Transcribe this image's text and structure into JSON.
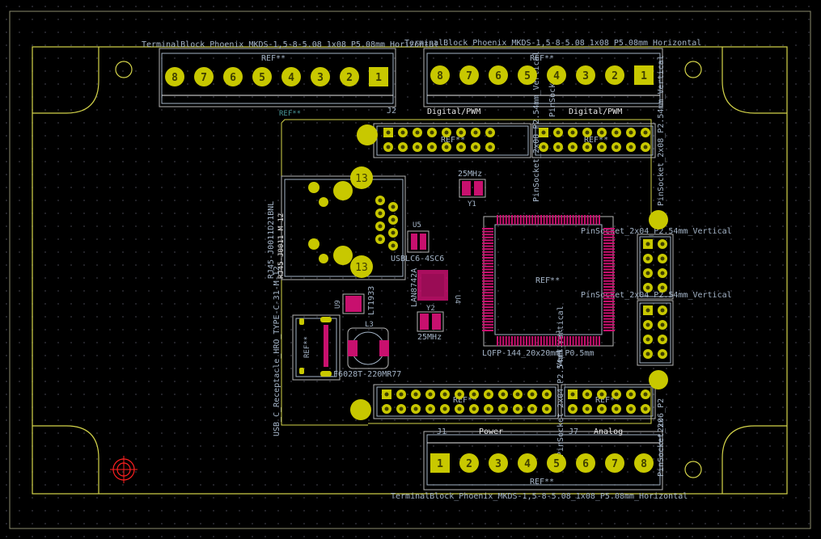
{
  "colors": {
    "background": "#000000",
    "grid_dot": "#3a3a44",
    "edge_cuts": "#d4d44a",
    "courtyard": "#b4b4b4",
    "fab": "#a3b3c6",
    "silk": "#e8e8e8",
    "pad_tht": "#c8c800",
    "pad_smd": "#c8106e",
    "pad_hole": "#404000",
    "drill_marker": "#ff2020"
  },
  "labels": {
    "tb_top_left_name": "TerminalBlock_Phoenix_MKDS-1,5-8-5.08_1x08_P5.08mm_Horizontal",
    "tb_top_right_name": "TerminalBlock_Phoenix_MKDS-1,5-8-5.08_1x08_P5.08mm_Horizontal",
    "tb_bottom_name": "TerminalBlock_Phoenix_MKDS-1,5-8-5.08_1x08_P5.08mm_Horizontal",
    "ref_generic": "REF**",
    "ref_j2": "J2",
    "ref_j1": "J1",
    "ref_j7": "J7",
    "digital_pwm_left": "Digital/PWM",
    "digital_pwm_right": "Digital/PWM",
    "power": "Power",
    "analog": "Analog",
    "pinsocket_2x08_v": "PinSocket_2x08_P2.54mm_Vertical",
    "pinsocket_2x04_a": "PinSocket_2x04_P2.54mm_Vertical",
    "pinsocket_2x04_b": "PinSocket_2x04_P2.54mm_Vertical",
    "pinsocket_2x06": "2x06_P2",
    "pinsocket_bottom": "PinSocket_2x04_P2.54mm_Vertical",
    "pinsocket_2xc": "PinSocket_2x",
    "rj45": "RJ45-J0011D21BNL",
    "rj45_sub": "RJ45-J0011_M_12",
    "usb_c": "USB_C_Receptacle_HRO_TYPE-C-31-M-12",
    "usblc6": "USBLC6-4SC6",
    "u5": "U5",
    "crystal1_freq": "25MHz",
    "crystal1_ref": "Y1",
    "crystal2_freq": "25MHz",
    "crystal2_ref": "Y2",
    "lan8742": "LAN8742A",
    "u4": "U4",
    "lt1933": "LT1933",
    "u9": "U9",
    "inductor_ref": "L3",
    "inductor_name": "SLF6028T-220MR77",
    "lqfp": "LQFP-144_20x20mm_P0.5mm",
    "lqfp_ref": "REF**",
    "vert_text": "Vertical",
    "pin_sock_ref": "PinSock"
  },
  "terminal_numbers_desc": [
    "8",
    "7",
    "6",
    "5",
    "4",
    "3",
    "2",
    "1"
  ],
  "terminal_numbers_asc": [
    "1",
    "2",
    "3",
    "4",
    "5",
    "6",
    "7",
    "8"
  ],
  "via_label": "13"
}
